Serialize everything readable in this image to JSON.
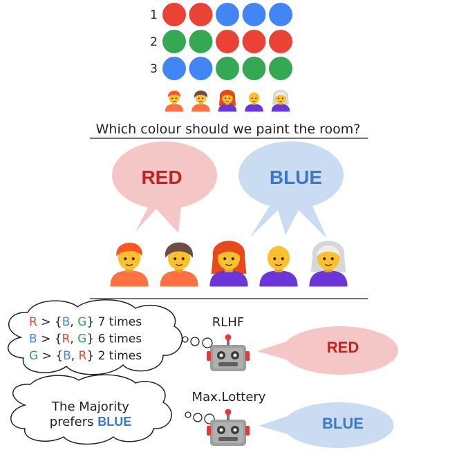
{
  "colors": {
    "red": "#ea4335",
    "green": "#34a853",
    "blue": "#4285f4",
    "red_text": "#c5221f",
    "blue_text": "#3a78c9",
    "red_bubble": "#f4c7c6",
    "blue_bubble": "#c9dcf2",
    "skin": "#fbc02d",
    "shirt_orange": "#ff7043",
    "shirt_purple": "#6a35d9"
  },
  "rankings": {
    "rows": [
      {
        "label": "1",
        "dots": [
          "red",
          "red",
          "blue",
          "blue",
          "blue"
        ]
      },
      {
        "label": "2",
        "dots": [
          "green",
          "green",
          "red",
          "red",
          "red"
        ]
      },
      {
        "label": "3",
        "dots": [
          "blue",
          "blue",
          "green",
          "green",
          "green"
        ]
      }
    ]
  },
  "people": [
    {
      "hair": "curly-orange",
      "shirt": "orange",
      "icon": "person-red-hair-icon"
    },
    {
      "hair": "curly-brown",
      "shirt": "orange",
      "icon": "person-curly-hair-icon"
    },
    {
      "hair": "long-red",
      "shirt": "purple",
      "icon": "woman-red-hair-icon"
    },
    {
      "hair": "bald",
      "shirt": "purple",
      "icon": "bald-man-icon"
    },
    {
      "hair": "white",
      "shirt": "purple",
      "icon": "white-haired-woman-icon"
    }
  ],
  "question": "Which colour should we paint the room?",
  "speech": {
    "red": "RED",
    "blue": "BLUE"
  },
  "rlhf": {
    "title": "RLHF",
    "lines": [
      {
        "first": "R",
        "first_color": "red",
        "b1": "B",
        "b1_color": "blue",
        "b2": "G",
        "b2_color": "green",
        "times": "7 times"
      },
      {
        "first": "B",
        "first_color": "blue",
        "b1": "R",
        "b1_color": "red",
        "b2": "G",
        "b2_color": "green",
        "times": "6 times"
      },
      {
        "first": "G",
        "first_color": "green",
        "b1": "B",
        "b1_color": "blue",
        "b2": "R",
        "b2_color": "red",
        "times": "2 times"
      }
    ],
    "answer": "RED",
    "icon": "robot-icon"
  },
  "lottery": {
    "title": "Max.Lottery",
    "line1": "The Majority",
    "line2_prefix": "prefers ",
    "line2_highlight": "BLUE",
    "answer": "BLUE",
    "icon": "robot-icon"
  }
}
